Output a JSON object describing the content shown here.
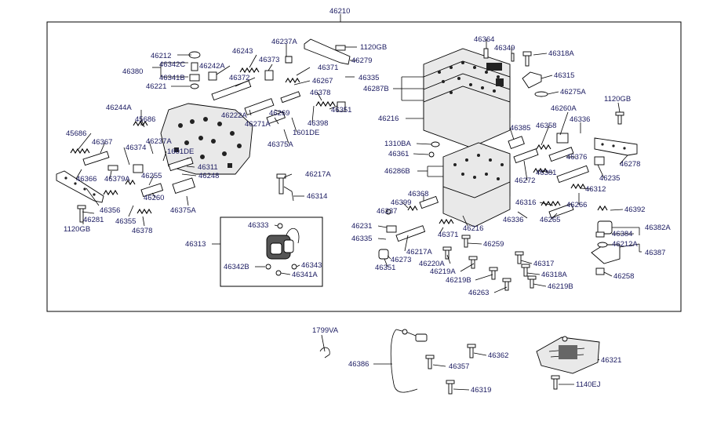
{
  "diagram": {
    "main_assembly": "46210",
    "labels": [
      {
        "id": "l46210",
        "text": "46210"
      },
      {
        "id": "l46212",
        "text": "46212"
      },
      {
        "id": "l46342C",
        "text": "46342C"
      },
      {
        "id": "l46242A",
        "text": "46242A"
      },
      {
        "id": "l46380",
        "text": "46380"
      },
      {
        "id": "l46341B",
        "text": "46341B"
      },
      {
        "id": "l46221",
        "text": "46221"
      },
      {
        "id": "l46243",
        "text": "46243"
      },
      {
        "id": "l46373",
        "text": "46373"
      },
      {
        "id": "l46372",
        "text": "46372"
      },
      {
        "id": "l46237A_top",
        "text": "46237A"
      },
      {
        "id": "l1120GB_top",
        "text": "1120GB"
      },
      {
        "id": "l46279",
        "text": "46279"
      },
      {
        "id": "l46335_top",
        "text": "46335"
      },
      {
        "id": "l46371_top",
        "text": "46371"
      },
      {
        "id": "l46267",
        "text": "46267"
      },
      {
        "id": "l46378_top",
        "text": "46378"
      },
      {
        "id": "l46244A",
        "text": "46244A"
      },
      {
        "id": "l45686_a",
        "text": "45686"
      },
      {
        "id": "l45686_b",
        "text": "45686"
      },
      {
        "id": "l46222A",
        "text": "46222A"
      },
      {
        "id": "l46269",
        "text": "46269"
      },
      {
        "id": "l46271A",
        "text": "46271A"
      },
      {
        "id": "l46398",
        "text": "46398"
      },
      {
        "id": "l46351_top",
        "text": "46351"
      },
      {
        "id": "l1601DE_a",
        "text": "1601DE"
      },
      {
        "id": "l46375A_top",
        "text": "46375A"
      },
      {
        "id": "l46367",
        "text": "46367"
      },
      {
        "id": "l46374",
        "text": "46374"
      },
      {
        "id": "l46237A_mid",
        "text": "46237A"
      },
      {
        "id": "l1601DE_b",
        "text": "1601DE"
      },
      {
        "id": "l46311",
        "text": "46311"
      },
      {
        "id": "l46366",
        "text": "46366"
      },
      {
        "id": "l46379A",
        "text": "46379A"
      },
      {
        "id": "l46255",
        "text": "46255"
      },
      {
        "id": "l46248",
        "text": "46248"
      },
      {
        "id": "l46217A_top",
        "text": "46217A"
      },
      {
        "id": "l46260",
        "text": "46260"
      },
      {
        "id": "l46375A_bot",
        "text": "46375A"
      },
      {
        "id": "l46314",
        "text": "46314"
      },
      {
        "id": "l46356",
        "text": "46356"
      },
      {
        "id": "l46281",
        "text": "46281"
      },
      {
        "id": "l46355",
        "text": "46355"
      },
      {
        "id": "l1120GB_left",
        "text": "1120GB"
      },
      {
        "id": "l46378_bot",
        "text": "46378"
      },
      {
        "id": "l46333",
        "text": "46333"
      },
      {
        "id": "l46313",
        "text": "46313"
      },
      {
        "id": "l46342B",
        "text": "46342B"
      },
      {
        "id": "l46343",
        "text": "46343"
      },
      {
        "id": "l46341A",
        "text": "46341A"
      },
      {
        "id": "l46364",
        "text": "46364"
      },
      {
        "id": "l46349",
        "text": "46349"
      },
      {
        "id": "l46318A_top",
        "text": "46318A"
      },
      {
        "id": "l46315",
        "text": "46315"
      },
      {
        "id": "l46287B",
        "text": "46287B"
      },
      {
        "id": "l46275A",
        "text": "46275A"
      },
      {
        "id": "l46260A",
        "text": "46260A"
      },
      {
        "id": "l1120GB_right",
        "text": "1120GB"
      },
      {
        "id": "l46216_top",
        "text": "46216"
      },
      {
        "id": "l46385",
        "text": "46385"
      },
      {
        "id": "l46358",
        "text": "46358"
      },
      {
        "id": "l46336_top",
        "text": "46336"
      },
      {
        "id": "l1310BA",
        "text": "1310BA"
      },
      {
        "id": "l46361",
        "text": "46361"
      },
      {
        "id": "l46376",
        "text": "46376"
      },
      {
        "id": "l46278",
        "text": "46278"
      },
      {
        "id": "l46286B",
        "text": "46286B"
      },
      {
        "id": "l46381",
        "text": "46381"
      },
      {
        "id": "l46235",
        "text": "46235"
      },
      {
        "id": "l46272",
        "text": "46272"
      },
      {
        "id": "l46312",
        "text": "46312"
      },
      {
        "id": "l46368",
        "text": "46368"
      },
      {
        "id": "l46399",
        "text": "46399"
      },
      {
        "id": "l46316",
        "text": "46316"
      },
      {
        "id": "l46266",
        "text": "46266"
      },
      {
        "id": "l46237",
        "text": "46237"
      },
      {
        "id": "l46392",
        "text": "46392"
      },
      {
        "id": "l46336_bot",
        "text": "46336"
      },
      {
        "id": "l46265",
        "text": "46265"
      },
      {
        "id": "l46231",
        "text": "46231"
      },
      {
        "id": "l46216_bot",
        "text": "46216"
      },
      {
        "id": "l46382A",
        "text": "46382A"
      },
      {
        "id": "l46371_bot",
        "text": "46371"
      },
      {
        "id": "l46384",
        "text": "46384"
      },
      {
        "id": "l46335_bot",
        "text": "46335"
      },
      {
        "id": "l46259",
        "text": "46259"
      },
      {
        "id": "l46212A",
        "text": "46212A"
      },
      {
        "id": "l46217A_bot",
        "text": "46217A"
      },
      {
        "id": "l46387",
        "text": "46387"
      },
      {
        "id": "l46273",
        "text": "46273"
      },
      {
        "id": "l46220A",
        "text": "46220A"
      },
      {
        "id": "l46317",
        "text": "46317"
      },
      {
        "id": "l46351_bot",
        "text": "46351"
      },
      {
        "id": "l46219A",
        "text": "46219A"
      },
      {
        "id": "l46318A_bot",
        "text": "46318A"
      },
      {
        "id": "l46258",
        "text": "46258"
      },
      {
        "id": "l46219B_a",
        "text": "46219B"
      },
      {
        "id": "l46219B_b",
        "text": "46219B"
      },
      {
        "id": "l46263",
        "text": "46263"
      },
      {
        "id": "l1799VA",
        "text": "1799VA"
      },
      {
        "id": "l46362",
        "text": "46362"
      },
      {
        "id": "l46386",
        "text": "46386"
      },
      {
        "id": "l46357",
        "text": "46357"
      },
      {
        "id": "l46321",
        "text": "46321"
      },
      {
        "id": "l46319",
        "text": "46319"
      },
      {
        "id": "l1140EJ",
        "text": "1140EJ"
      }
    ]
  }
}
